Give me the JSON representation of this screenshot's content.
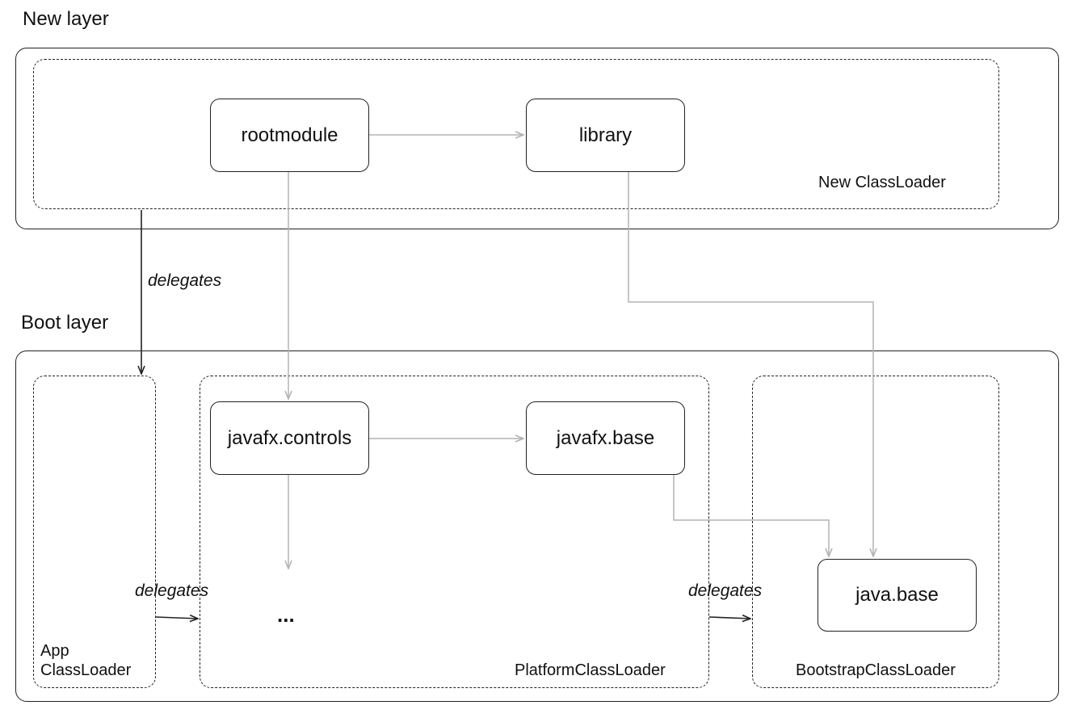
{
  "layers": {
    "new_layer": {
      "title": "New layer"
    },
    "boot_layer": {
      "title": "Boot layer"
    }
  },
  "loaders": {
    "new": {
      "label": "New ClassLoader"
    },
    "app": {
      "label_line1": "App",
      "label_line2": "ClassLoader"
    },
    "platform": {
      "label": "PlatformClassLoader"
    },
    "bootstrap": {
      "label": "BootstrapClassLoader"
    }
  },
  "modules": {
    "rootmodule": "rootmodule",
    "library": "library",
    "javafx_controls": "javafx.controls",
    "javafx_base": "javafx.base",
    "java_base": "java.base",
    "more": "..."
  },
  "edge_labels": {
    "new_to_app": "delegates",
    "app_to_platform": "delegates",
    "platform_to_bootstrap": "delegates"
  },
  "colors": {
    "outline": "#222222",
    "dependency_edge": "#b3b3b3",
    "delegation_edge": "#222222"
  }
}
